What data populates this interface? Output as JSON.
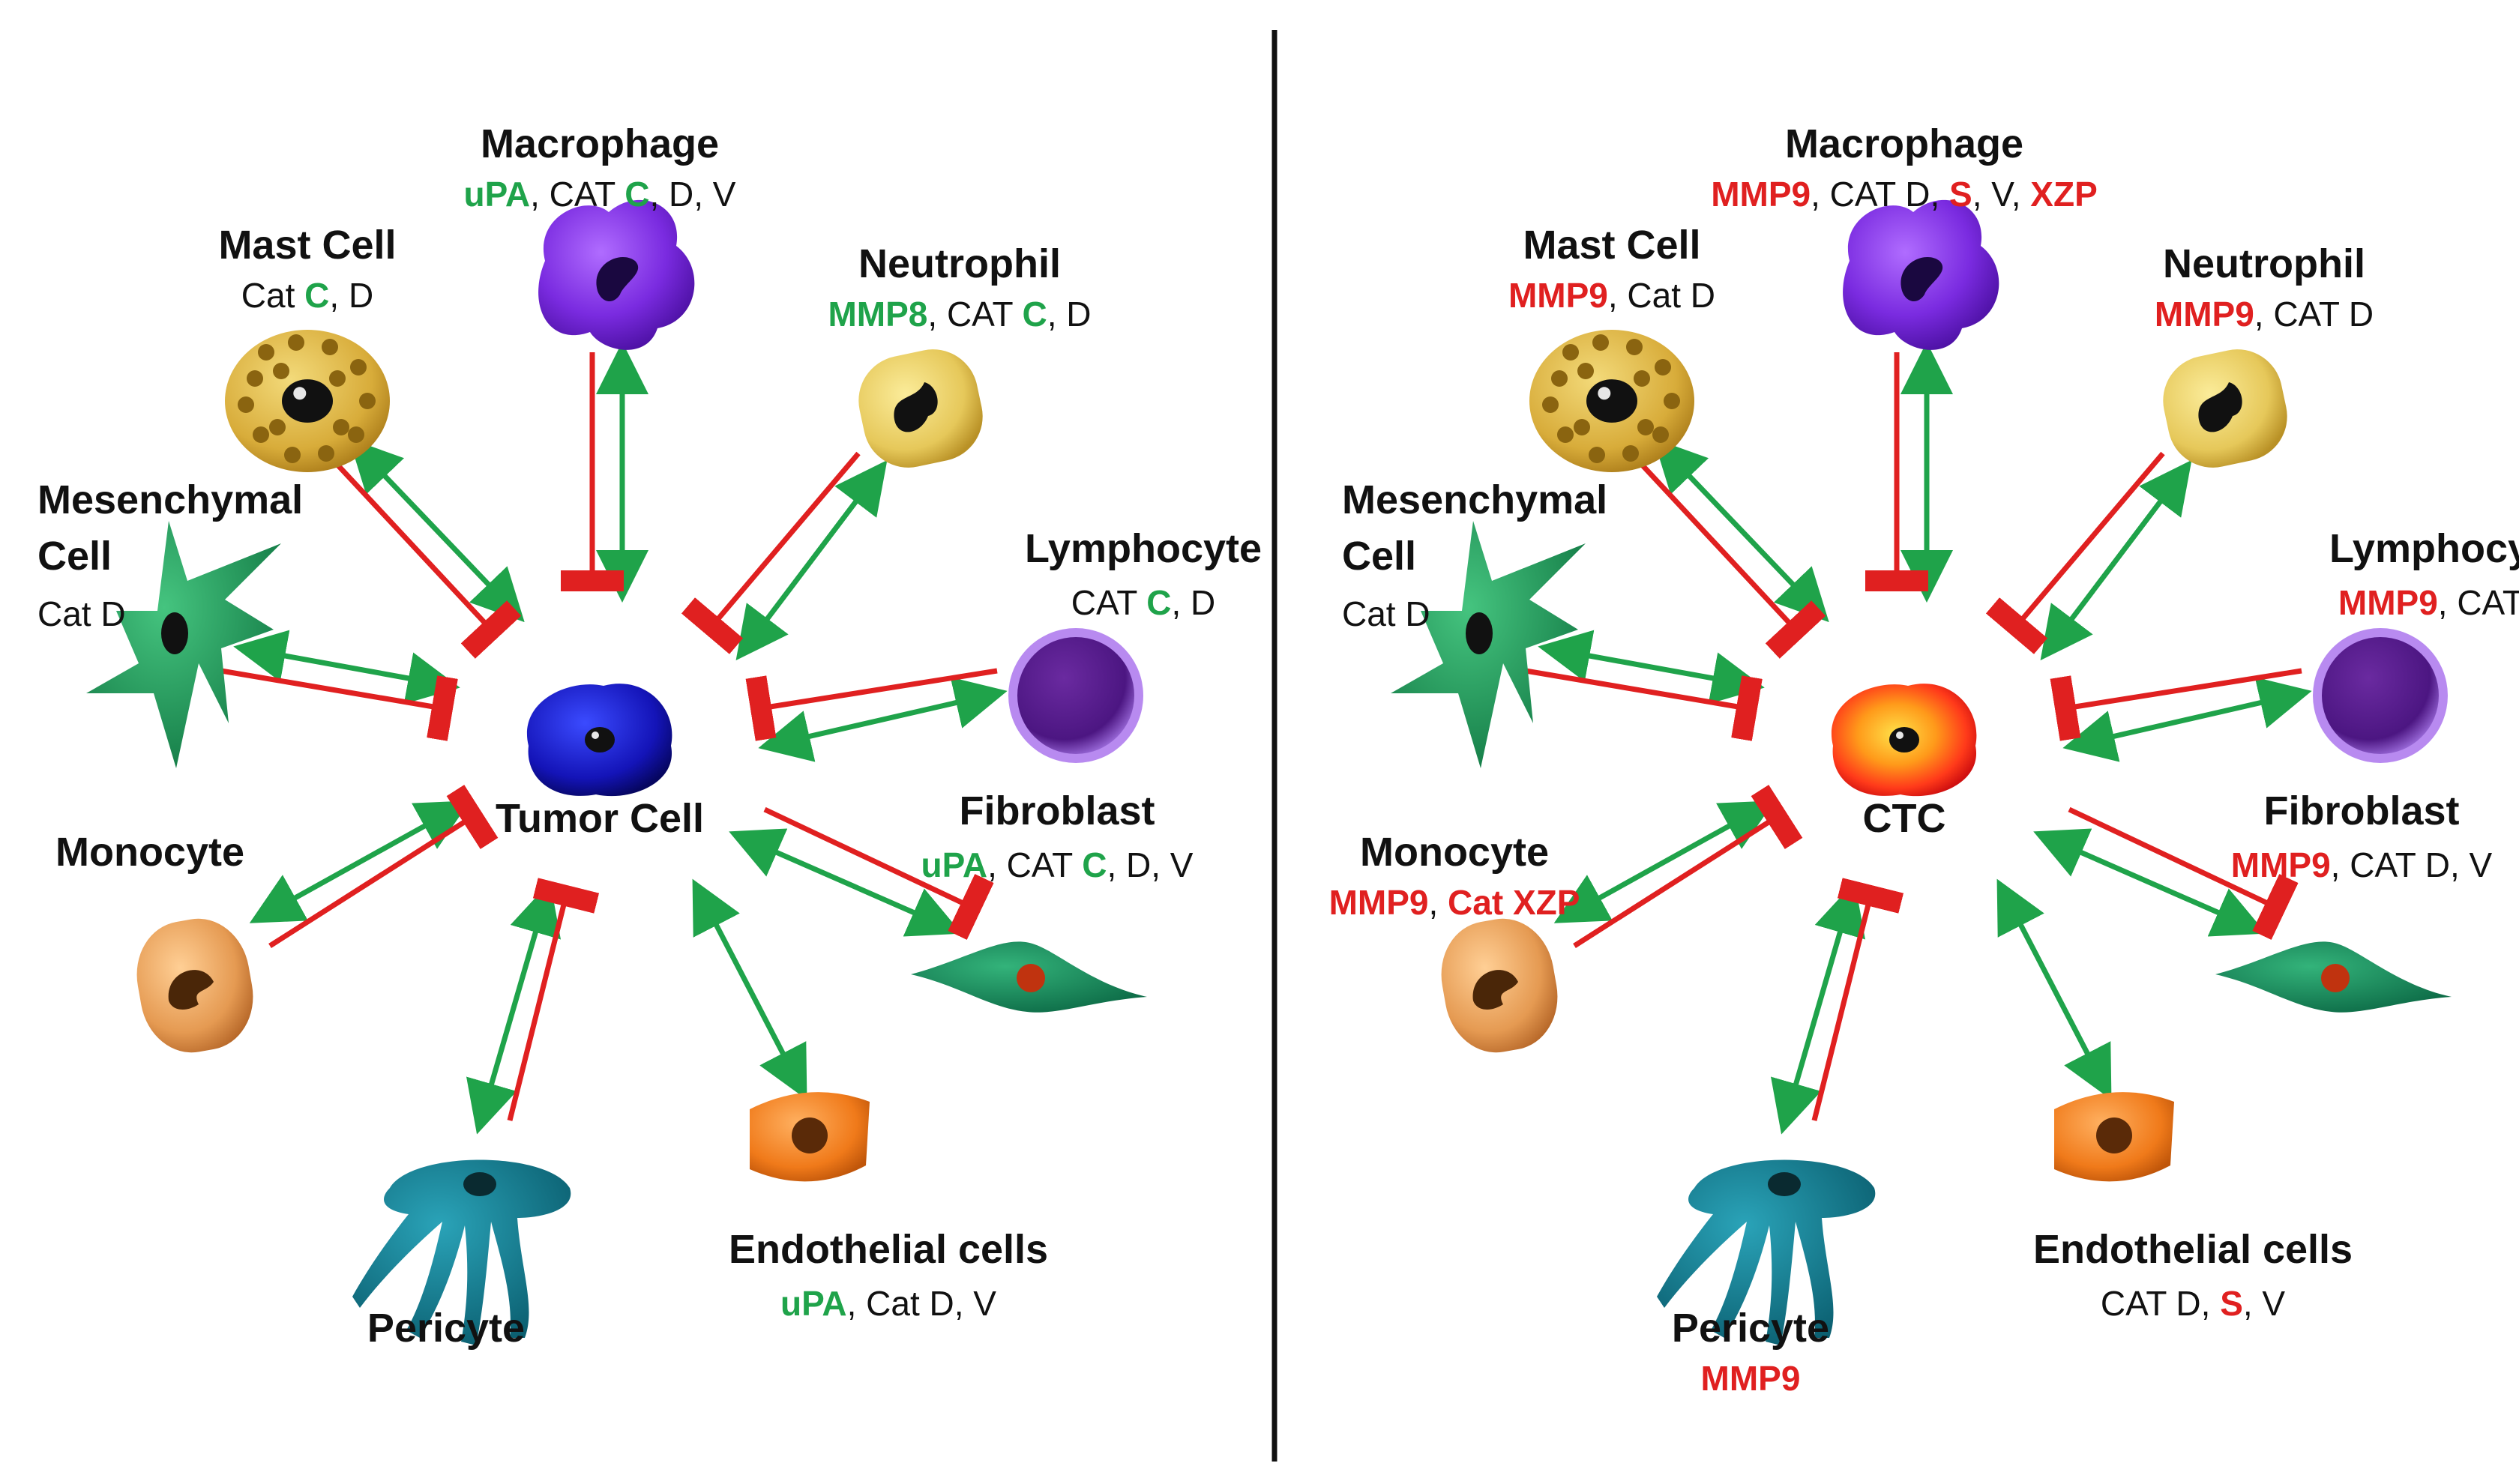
{
  "colors": {
    "promote": "#1fa34a",
    "inhibit": "#e02020",
    "plain_text": "#111111",
    "divider": "#111111"
  },
  "panels": [
    {
      "id": "left",
      "center": "Tumor Cell",
      "highlight_color": "green",
      "cells": [
        {
          "key": "macrophage",
          "name_lines": [
            "Macrophage"
          ],
          "enzymes": [
            {
              "t": "uPA",
              "hl": true
            },
            {
              "t": ", CAT ",
              "hl": false
            },
            {
              "t": "C",
              "hl": true
            },
            {
              "t": ", D, V",
              "hl": false
            }
          ],
          "icon": "macrophage-icon"
        },
        {
          "key": "mast",
          "name_lines": [
            "Mast Cell"
          ],
          "enzymes": [
            {
              "t": "Cat ",
              "hl": false
            },
            {
              "t": "C",
              "hl": true
            },
            {
              "t": ", D",
              "hl": false
            }
          ],
          "icon": "mast-cell-icon"
        },
        {
          "key": "neutrophil",
          "name_lines": [
            "Neutrophil"
          ],
          "enzymes": [
            {
              "t": "MMP8",
              "hl": true
            },
            {
              "t": ", CAT ",
              "hl": false
            },
            {
              "t": "C",
              "hl": true
            },
            {
              "t": ", D",
              "hl": false
            }
          ],
          "icon": "neutrophil-icon"
        },
        {
          "key": "mesenchymal",
          "name_lines": [
            "Mesenchymal",
            "Cell"
          ],
          "enzymes": [
            {
              "t": "Cat D",
              "hl": false
            }
          ],
          "icon": "mesenchymal-cell-icon"
        },
        {
          "key": "lymphocyte",
          "name_lines": [
            "Lymphocyte"
          ],
          "enzymes": [
            {
              "t": "CAT ",
              "hl": false
            },
            {
              "t": "C",
              "hl": true
            },
            {
              "t": ", D",
              "hl": false
            }
          ],
          "icon": "lymphocyte-icon"
        },
        {
          "key": "monocyte",
          "name_lines": [
            "Monocyte"
          ],
          "enzymes": [],
          "icon": "monocyte-icon"
        },
        {
          "key": "fibroblast",
          "name_lines": [
            "Fibroblast"
          ],
          "enzymes": [
            {
              "t": "uPA",
              "hl": true
            },
            {
              "t": ", CAT ",
              "hl": false
            },
            {
              "t": "C",
              "hl": true
            },
            {
              "t": ", D, V",
              "hl": false
            }
          ],
          "icon": "fibroblast-icon"
        },
        {
          "key": "endothelial",
          "name_lines": [
            "Endothelial cells"
          ],
          "enzymes": [
            {
              "t": "uPA",
              "hl": true
            },
            {
              "t": ", Cat D, V",
              "hl": false
            }
          ],
          "icon": "endothelial-cell-icon"
        },
        {
          "key": "pericyte",
          "name_lines": [
            "Pericyte"
          ],
          "enzymes": [],
          "icon": "pericyte-icon"
        }
      ]
    },
    {
      "id": "right",
      "center": "CTC",
      "highlight_color": "red",
      "cells": [
        {
          "key": "macrophage",
          "name_lines": [
            "Macrophage"
          ],
          "enzymes": [
            {
              "t": "MMP9",
              "hl": true
            },
            {
              "t": ", CAT D, ",
              "hl": false
            },
            {
              "t": "S",
              "hl": true
            },
            {
              "t": ", V, ",
              "hl": false
            },
            {
              "t": "XZP",
              "hl": true
            }
          ],
          "icon": "macrophage-icon"
        },
        {
          "key": "mast",
          "name_lines": [
            "Mast Cell"
          ],
          "enzymes": [
            {
              "t": "MMP9",
              "hl": true
            },
            {
              "t": ", Cat D",
              "hl": false
            }
          ],
          "icon": "mast-cell-icon"
        },
        {
          "key": "neutrophil",
          "name_lines": [
            "Neutrophil"
          ],
          "enzymes": [
            {
              "t": "MMP9",
              "hl": true
            },
            {
              "t": ", CAT D",
              "hl": false
            }
          ],
          "icon": "neutrophil-icon"
        },
        {
          "key": "mesenchymal",
          "name_lines": [
            "Mesenchymal",
            "Cell"
          ],
          "enzymes": [
            {
              "t": "Cat D",
              "hl": false
            }
          ],
          "icon": "mesenchymal-cell-icon"
        },
        {
          "key": "lymphocyte",
          "name_lines": [
            "Lymphocyte"
          ],
          "enzymes": [
            {
              "t": "MMP9",
              "hl": true
            },
            {
              "t": ", CAT D",
              "hl": false
            }
          ],
          "icon": "lymphocyte-icon"
        },
        {
          "key": "monocyte",
          "name_lines": [
            "Monocyte"
          ],
          "enzymes": [
            {
              "t": "MMP9",
              "hl": true
            },
            {
              "t": ", ",
              "hl": false
            },
            {
              "t": "Cat XZP",
              "hl": true
            }
          ],
          "icon": "monocyte-icon"
        },
        {
          "key": "fibroblast",
          "name_lines": [
            "Fibroblast"
          ],
          "enzymes": [
            {
              "t": "MMP9",
              "hl": true
            },
            {
              "t": ", CAT D, V",
              "hl": false
            }
          ],
          "icon": "fibroblast-icon"
        },
        {
          "key": "endothelial",
          "name_lines": [
            "Endothelial cells"
          ],
          "enzymes": [
            {
              "t": "CAT D, ",
              "hl": false
            },
            {
              "t": "S",
              "hl": true
            },
            {
              "t": ", V",
              "hl": false
            }
          ],
          "icon": "endothelial-cell-icon"
        },
        {
          "key": "pericyte",
          "name_lines": [
            "Pericyte"
          ],
          "enzymes": [
            {
              "t": "MMP9",
              "hl": true
            }
          ],
          "icon": "pericyte-icon"
        }
      ]
    }
  ]
}
